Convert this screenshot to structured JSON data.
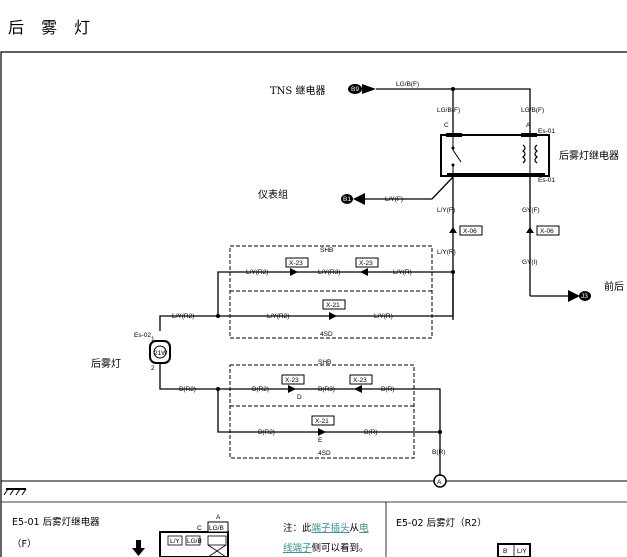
{
  "page_title": "后 雾 灯",
  "components": {
    "tns_relay": "TNS 继电器",
    "instrument_cluster": "仪表组",
    "rear_fog_relay": "后雾灯继电器",
    "rear_fog_lamp": "后雾灯",
    "front_right_partial": "前后"
  },
  "connectors": {
    "tns_ref": "B9",
    "cluster_ref": "B1",
    "right_ref": "J3",
    "relay_code": "Es-01",
    "lamp_code": "Es-02",
    "ground_ref": "A"
  },
  "pins": {
    "c": "C",
    "a": "A",
    "lamp_1": "1",
    "lamp_2": "2",
    "lamp_d": "D",
    "lamp_e": "E"
  },
  "wires": {
    "lgb_f": "LG/B(F)",
    "lgb_f_c": "LG/B(F)",
    "lgb_f_a": "LG/B(F)",
    "ly_f_cluster": "L/Y(F)",
    "ly_f_down": "L/Y(F)",
    "ly_r": "L/Y(R)",
    "gy_f": "GY(F)",
    "gy_i": "GY(I)",
    "ly_r2_left": "L/Y(R2)",
    "ly_r2_a": "L/Y(R2)",
    "ly_r3": "L/Y(R3)",
    "ly_r_a": "L/Y(R)",
    "ly_r2_b": "L/Y(R2)",
    "ly_r_b": "L/Y(R)",
    "b_r2_left": "B(R2)",
    "b_r2_a": "B(R2)",
    "b_r3": "B(R3)",
    "b_r_a": "B(R)",
    "b_r2_b": "B(R2)",
    "b_r_b": "B(R)",
    "b_r_down": "B(R)"
  },
  "junctions": {
    "x06_a": "X-06",
    "x06_b": "X-06",
    "x23_a": "X-23",
    "x23_b": "X-23",
    "x23_c": "X-23",
    "x23_d": "X-23",
    "x21_a": "X-21",
    "x21_b": "X-21"
  },
  "variants": {
    "shb_top": "SHB",
    "shb_bottom": "SHB",
    "4sd_top": "4SD",
    "4sd_bottom": "4SD"
  },
  "lamp_spec": "21W",
  "legend": {
    "relay_title": "E5-01 后雾灯继电器",
    "relay_side": "（F）",
    "pin_a": "A",
    "pin_c": "C",
    "cell_lgb": "LG/B",
    "cell_ly": "L/Y",
    "cell_lgb2": "LG/B",
    "note_prefix": "注：此",
    "note_link1": "端子",
    "note_link2": "插头",
    "note_mid": "从",
    "note_link3": "电",
    "note_link4": "线端子",
    "note_suffix": "侧可以看到。",
    "lamp_title": "E5-02 后雾灯（R2）",
    "lamp_cell_b": "B",
    "lamp_cell_ly": "L/Y"
  },
  "colors": {
    "line": "#000000",
    "link": "#3a8f8f"
  }
}
